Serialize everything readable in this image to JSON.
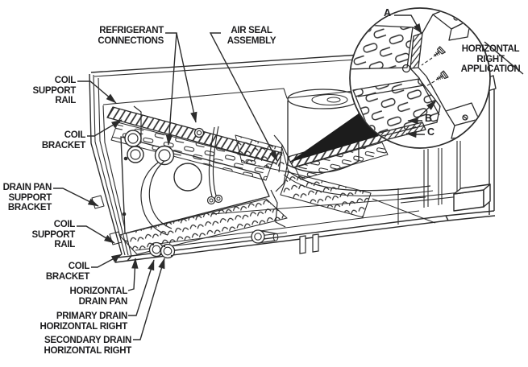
{
  "diagram": {
    "colors": {
      "line": "#2b2b2b",
      "text": "#1d1d1f",
      "background": "#ffffff"
    },
    "labels": {
      "refrigerant_connections": "REFRIGERANT\nCONNECTIONS",
      "air_seal_assembly": "AIR SEAL\nASSEMBLY",
      "coil_support_rail_upper": "COIL\nSUPPORT\nRAIL",
      "coil_bracket_upper": "COIL\nBRACKET",
      "drain_pan_support_bracket": "DRAIN PAN\nSUPPORT\nBRACKET",
      "coil_support_rail_lower": "COIL\nSUPPORT\nRAIL",
      "coil_bracket_lower": "COIL\nBRACKET",
      "horizontal_drain_pan": "HORIZONTAL\nDRAIN PAN",
      "primary_drain": "PRIMARY DRAIN\nHORIZONTAL RIGHT",
      "secondary_drain": "SECONDARY DRAIN\nHORIZONTAL RIGHT",
      "horizontal_right_application": "HORIZONTAL\nRIGHT\nAPPLICATION",
      "callout_a": "A",
      "callout_b": "B",
      "callout_c": "C"
    }
  }
}
